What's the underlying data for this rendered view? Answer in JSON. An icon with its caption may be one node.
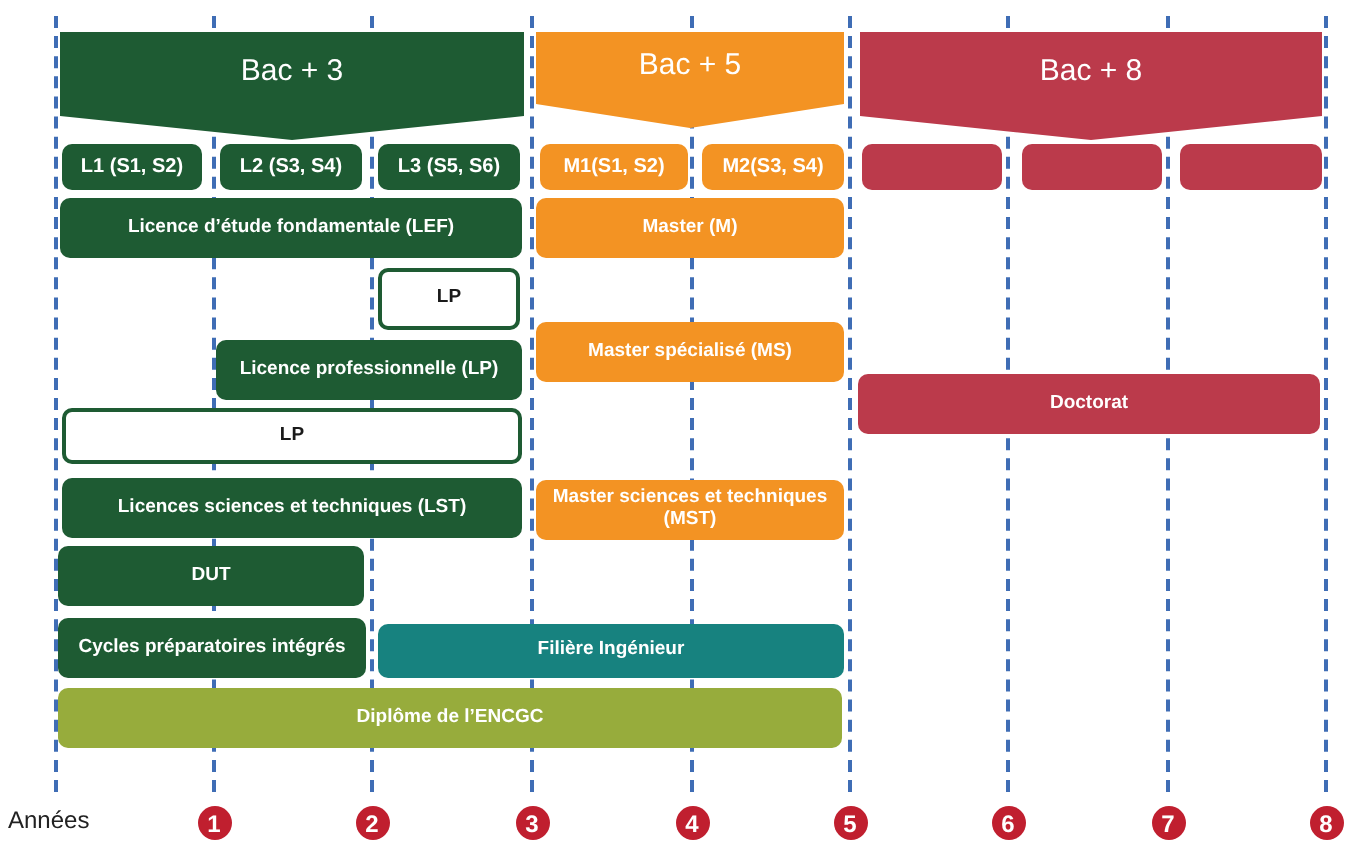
{
  "diagram": {
    "nodes": [
      {
        "text": [
          "Bac + 3"
        ]
      },
      {
        "text": [
          "Bac + 5"
        ]
      },
      {
        "text": [
          "Bac + 8"
        ]
      },
      {
        "text": [
          "L1 (S1, S2)"
        ]
      },
      {
        "text": [
          "L2 (S3, S4)"
        ]
      },
      {
        "text": [
          "L3 (S5, S6)"
        ]
      },
      {
        "text": [
          "M1(S1, S2)"
        ]
      },
      {
        "text": [
          "M2(S3, S4)"
        ]
      },
      {
        "text": [],
        "shape": "box"
      },
      {
        "text": [],
        "shape": "box"
      },
      {
        "text": [],
        "shape": "box"
      },
      {
        "text": [
          "Licence d’étude fondamentale (LEF)"
        ]
      },
      {
        "text": [
          "Master (M)"
        ]
      },
      {
        "text": [
          "LP"
        ]
      },
      {
        "text": [
          "Licence professionnelle  (LP)"
        ]
      },
      {
        "text": [
          "Master spécialisé (MS)"
        ]
      },
      {
        "text": [
          "Doctorat"
        ]
      },
      {
        "text": [
          "LP"
        ]
      },
      {
        "text": [
          "Licences sciences et techniques (LST)"
        ]
      },
      {
        "text": [
          "Master sciences et techniques (MST)"
        ]
      },
      {
        "text": [
          "DUT"
        ]
      },
      {
        "text": [
          "Cycles préparatoires intégrés"
        ]
      },
      {
        "text": [
          "Filière Ingénieur"
        ]
      },
      {
        "text": [
          "Diplôme de l’ENCGC"
        ]
      }
    ],
    "labels": [
      "Années",
      "1",
      "2",
      "3",
      "4",
      "5",
      "6",
      "7",
      "8"
    ]
  }
}
